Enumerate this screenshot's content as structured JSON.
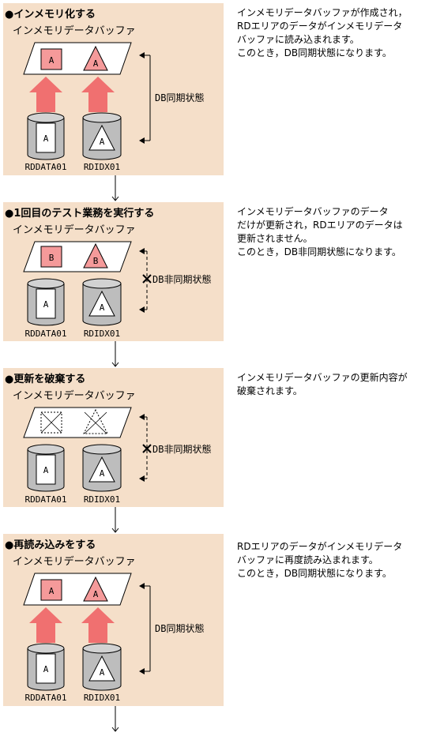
{
  "colors": {
    "panel_bg": "#f5dfc9",
    "fill_red": "#f59a9a",
    "arrow_red": "#f07070",
    "cylinder_gray": "#bdbdbd"
  },
  "steps": [
    {
      "title": "●インメモリ化する",
      "buffer_label": "インメモリデータバッファ",
      "description": "インメモリデータバッファが作成され，\nRDエリアのデータがインメモリデータ\nバッファに読み込まれます。\nこのとき，DB同期状態になります。",
      "box_letter": "A",
      "tri_letter": "A",
      "db_state": "DB同期状態",
      "db1_letter": "A",
      "db2_letter": "A",
      "db1_name": "RDDATA01",
      "db2_name": "RDIDX01"
    },
    {
      "title": "●1回目のテスト業務を実行する",
      "buffer_label": "インメモリデータバッファ",
      "description": "インメモリデータバッファのデータ\nだけが更新され，RDエリアのデータは\n更新されません。\nこのとき，DB非同期状態になります。",
      "box_letter": "B",
      "tri_letter": "B",
      "db_state": "DB非同期状態",
      "db1_letter": "A",
      "db2_letter": "A",
      "db1_name": "RDDATA01",
      "db2_name": "RDIDX01"
    },
    {
      "title": "●更新を破棄する",
      "buffer_label": "インメモリデータバッファ",
      "description": "インメモリデータバッファの更新内容が\n破棄されます。",
      "db_state": "DB非同期状態",
      "db1_letter": "A",
      "db2_letter": "A",
      "db1_name": "RDDATA01",
      "db2_name": "RDIDX01"
    },
    {
      "title": "●再読み込みをする",
      "buffer_label": "インメモリデータバッファ",
      "description": "RDエリアのデータがインメモリデータ\nバッファに再度読み込まれます。\nこのとき，DB同期状態になります。",
      "box_letter": "A",
      "tri_letter": "A",
      "db_state": "DB同期状態",
      "db1_letter": "A",
      "db2_letter": "A",
      "db1_name": "RDDATA01",
      "db2_name": "RDIDX01"
    }
  ]
}
